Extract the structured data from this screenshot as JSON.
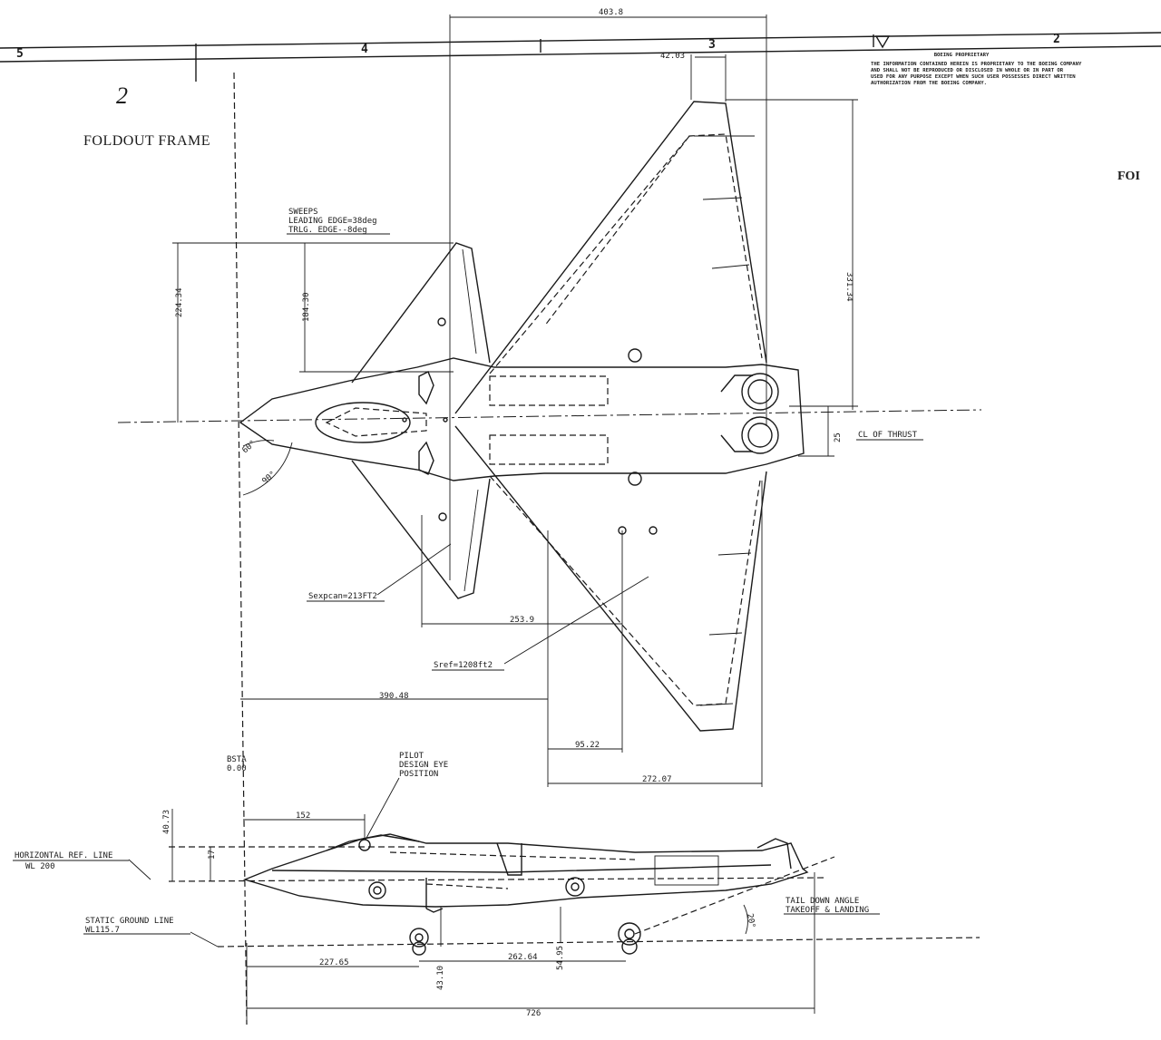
{
  "zones": [
    "5",
    "4",
    "3",
    "2"
  ],
  "sheet": {
    "number": "2",
    "frame_label": "FOLDOUT FRAME",
    "edge_fragment": "FOI"
  },
  "notice": {
    "title": "BOEING PROPRIETARY",
    "lines": [
      "THE INFORMATION CONTAINED HEREIN IS PROPRIETARY TO THE BOEING COMPANY",
      "AND SHALL NOT BE REPRODUCED OR DISCLOSED IN WHOLE OR IN PART OR",
      "USED FOR ANY PURPOSE EXCEPT WHEN SUCH USER POSSESSES DIRECT WRITTEN",
      "AUTHORIZATION FROM THE BOEING COMPANY."
    ]
  },
  "plan_view": {
    "sweeps": [
      "SWEEPS",
      "LEADING EDGE=38deg",
      "TRLG. EDGE--8deg"
    ],
    "dims": {
      "span_top": "403.8",
      "tip_chord": "42.03",
      "half_span": "331.34",
      "canard_span": "184.30",
      "canard_span_total": "224.34",
      "thrust_offset": "25",
      "canard_arm": "253.9",
      "wing_le_station": "390.48",
      "mac_offset": "95.22",
      "wing_root_chord": "272.07"
    },
    "angles": [
      "60°",
      "90°"
    ],
    "labels": {
      "cl_thrust": "CL OF THRUST",
      "sexpcan": "Sexpcan=213FT2",
      "sref": "Sref=1208ft2"
    }
  },
  "side_view": {
    "bsta": [
      "BSTA",
      "0.00"
    ],
    "pilot": [
      "PILOT",
      "DESIGN EYE",
      "POSITION"
    ],
    "horizontal_ref": [
      "HORIZONTAL REF. LINE",
      "WL 200"
    ],
    "static_ground": [
      "STATIC GROUND LINE",
      "WL115.7"
    ],
    "tail_down": [
      "TAIL DOWN ANGLE",
      "TAKEOFF & LANDING"
    ],
    "dims": {
      "eye_station": "152",
      "eye_height": "40.73",
      "canopy_height": "17",
      "nose_gear": "227.65",
      "wheelbase": "262.64",
      "nose_strut": "43.10",
      "main_strut": "54.95",
      "overall_length": "726",
      "tail_angle": "20°"
    }
  }
}
